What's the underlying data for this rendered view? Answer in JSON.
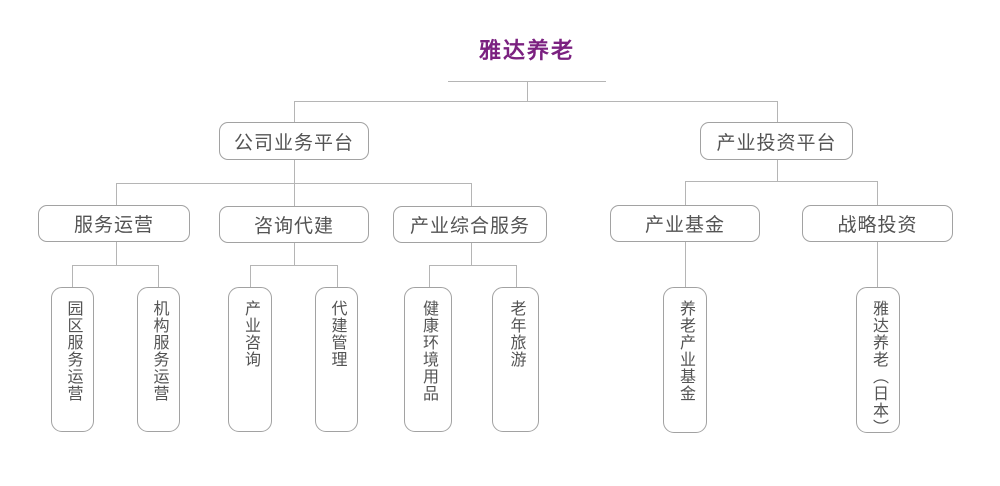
{
  "colors": {
    "title": "#7B2180",
    "box_border": "#a2a2a2",
    "box_text": "#545454",
    "line": "#b5b5b5",
    "background": "#ffffff"
  },
  "org": {
    "root": {
      "label": "雅达养老"
    },
    "platforms": [
      {
        "label": "公司业务平台",
        "children": [
          {
            "label": "服务运营",
            "children": [
              {
                "label": "园区服务运营"
              },
              {
                "label": "机构服务运营"
              }
            ]
          },
          {
            "label": "咨询代建",
            "children": [
              {
                "label": "产业咨询"
              },
              {
                "label": "代建管理"
              }
            ]
          },
          {
            "label": "产业综合服务",
            "children": [
              {
                "label": "健康环境用品"
              },
              {
                "label": "老年旅游"
              }
            ]
          }
        ]
      },
      {
        "label": "产业投资平台",
        "children": [
          {
            "label": "产业基金",
            "children": [
              {
                "label": "养老产业基金"
              }
            ]
          },
          {
            "label": "战略投资",
            "children": [
              {
                "label": "雅达养老（日本）"
              }
            ]
          }
        ]
      }
    ]
  }
}
